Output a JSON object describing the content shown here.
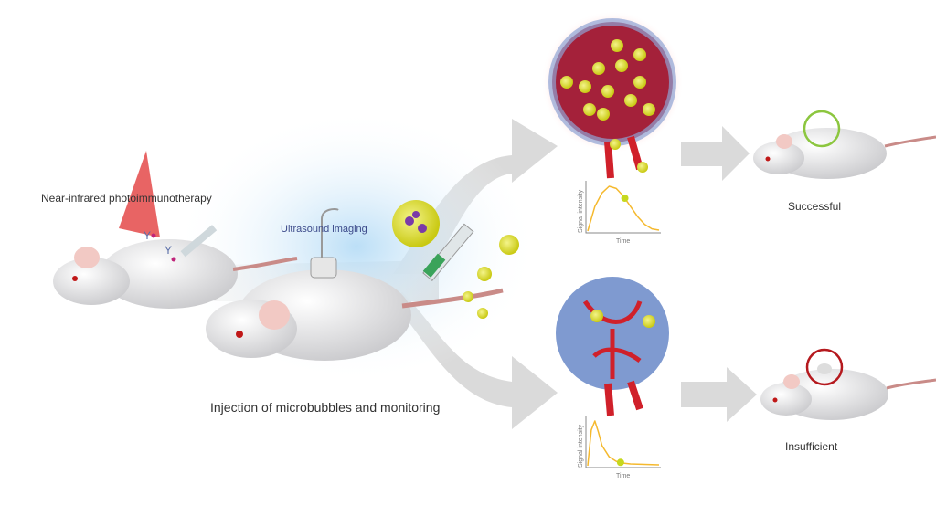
{
  "labels": {
    "nir_pit": "Near-infrared photoimmunotherapy",
    "ultrasound": "Ultrasound imaging",
    "injection": "Injection of microbubbles and monitoring",
    "successful": "Successful",
    "insufficient": "Insufficient"
  },
  "colors": {
    "arrow": "#d9d9d9",
    "curve": "#f5b92e",
    "microbubble": "#d4d41a",
    "success_ring": "#8cc63f",
    "insufficient_ring": "#b5191e",
    "vessel": "#d0202a",
    "glow": "#bfe0f7"
  },
  "chart_data": [
    {
      "type": "line",
      "name": "successful-curve",
      "xlabel": "Time",
      "ylabel": "Signal intensity",
      "x": [
        0,
        1,
        2,
        3,
        4,
        5,
        6,
        7,
        8,
        9,
        10
      ],
      "y": [
        0,
        0.55,
        0.85,
        1.0,
        0.95,
        0.78,
        0.55,
        0.32,
        0.15,
        0.05,
        0.02
      ],
      "marker_x": 5.2
    },
    {
      "type": "line",
      "name": "insufficient-curve",
      "xlabel": "Time",
      "ylabel": "Signal intensity",
      "x": [
        0,
        0.5,
        1,
        1.5,
        2,
        3,
        4,
        5,
        6,
        8,
        10
      ],
      "y": [
        0,
        0.8,
        1.0,
        0.75,
        0.45,
        0.2,
        0.1,
        0.06,
        0.04,
        0.03,
        0.02
      ],
      "marker_x": 4.6
    }
  ]
}
